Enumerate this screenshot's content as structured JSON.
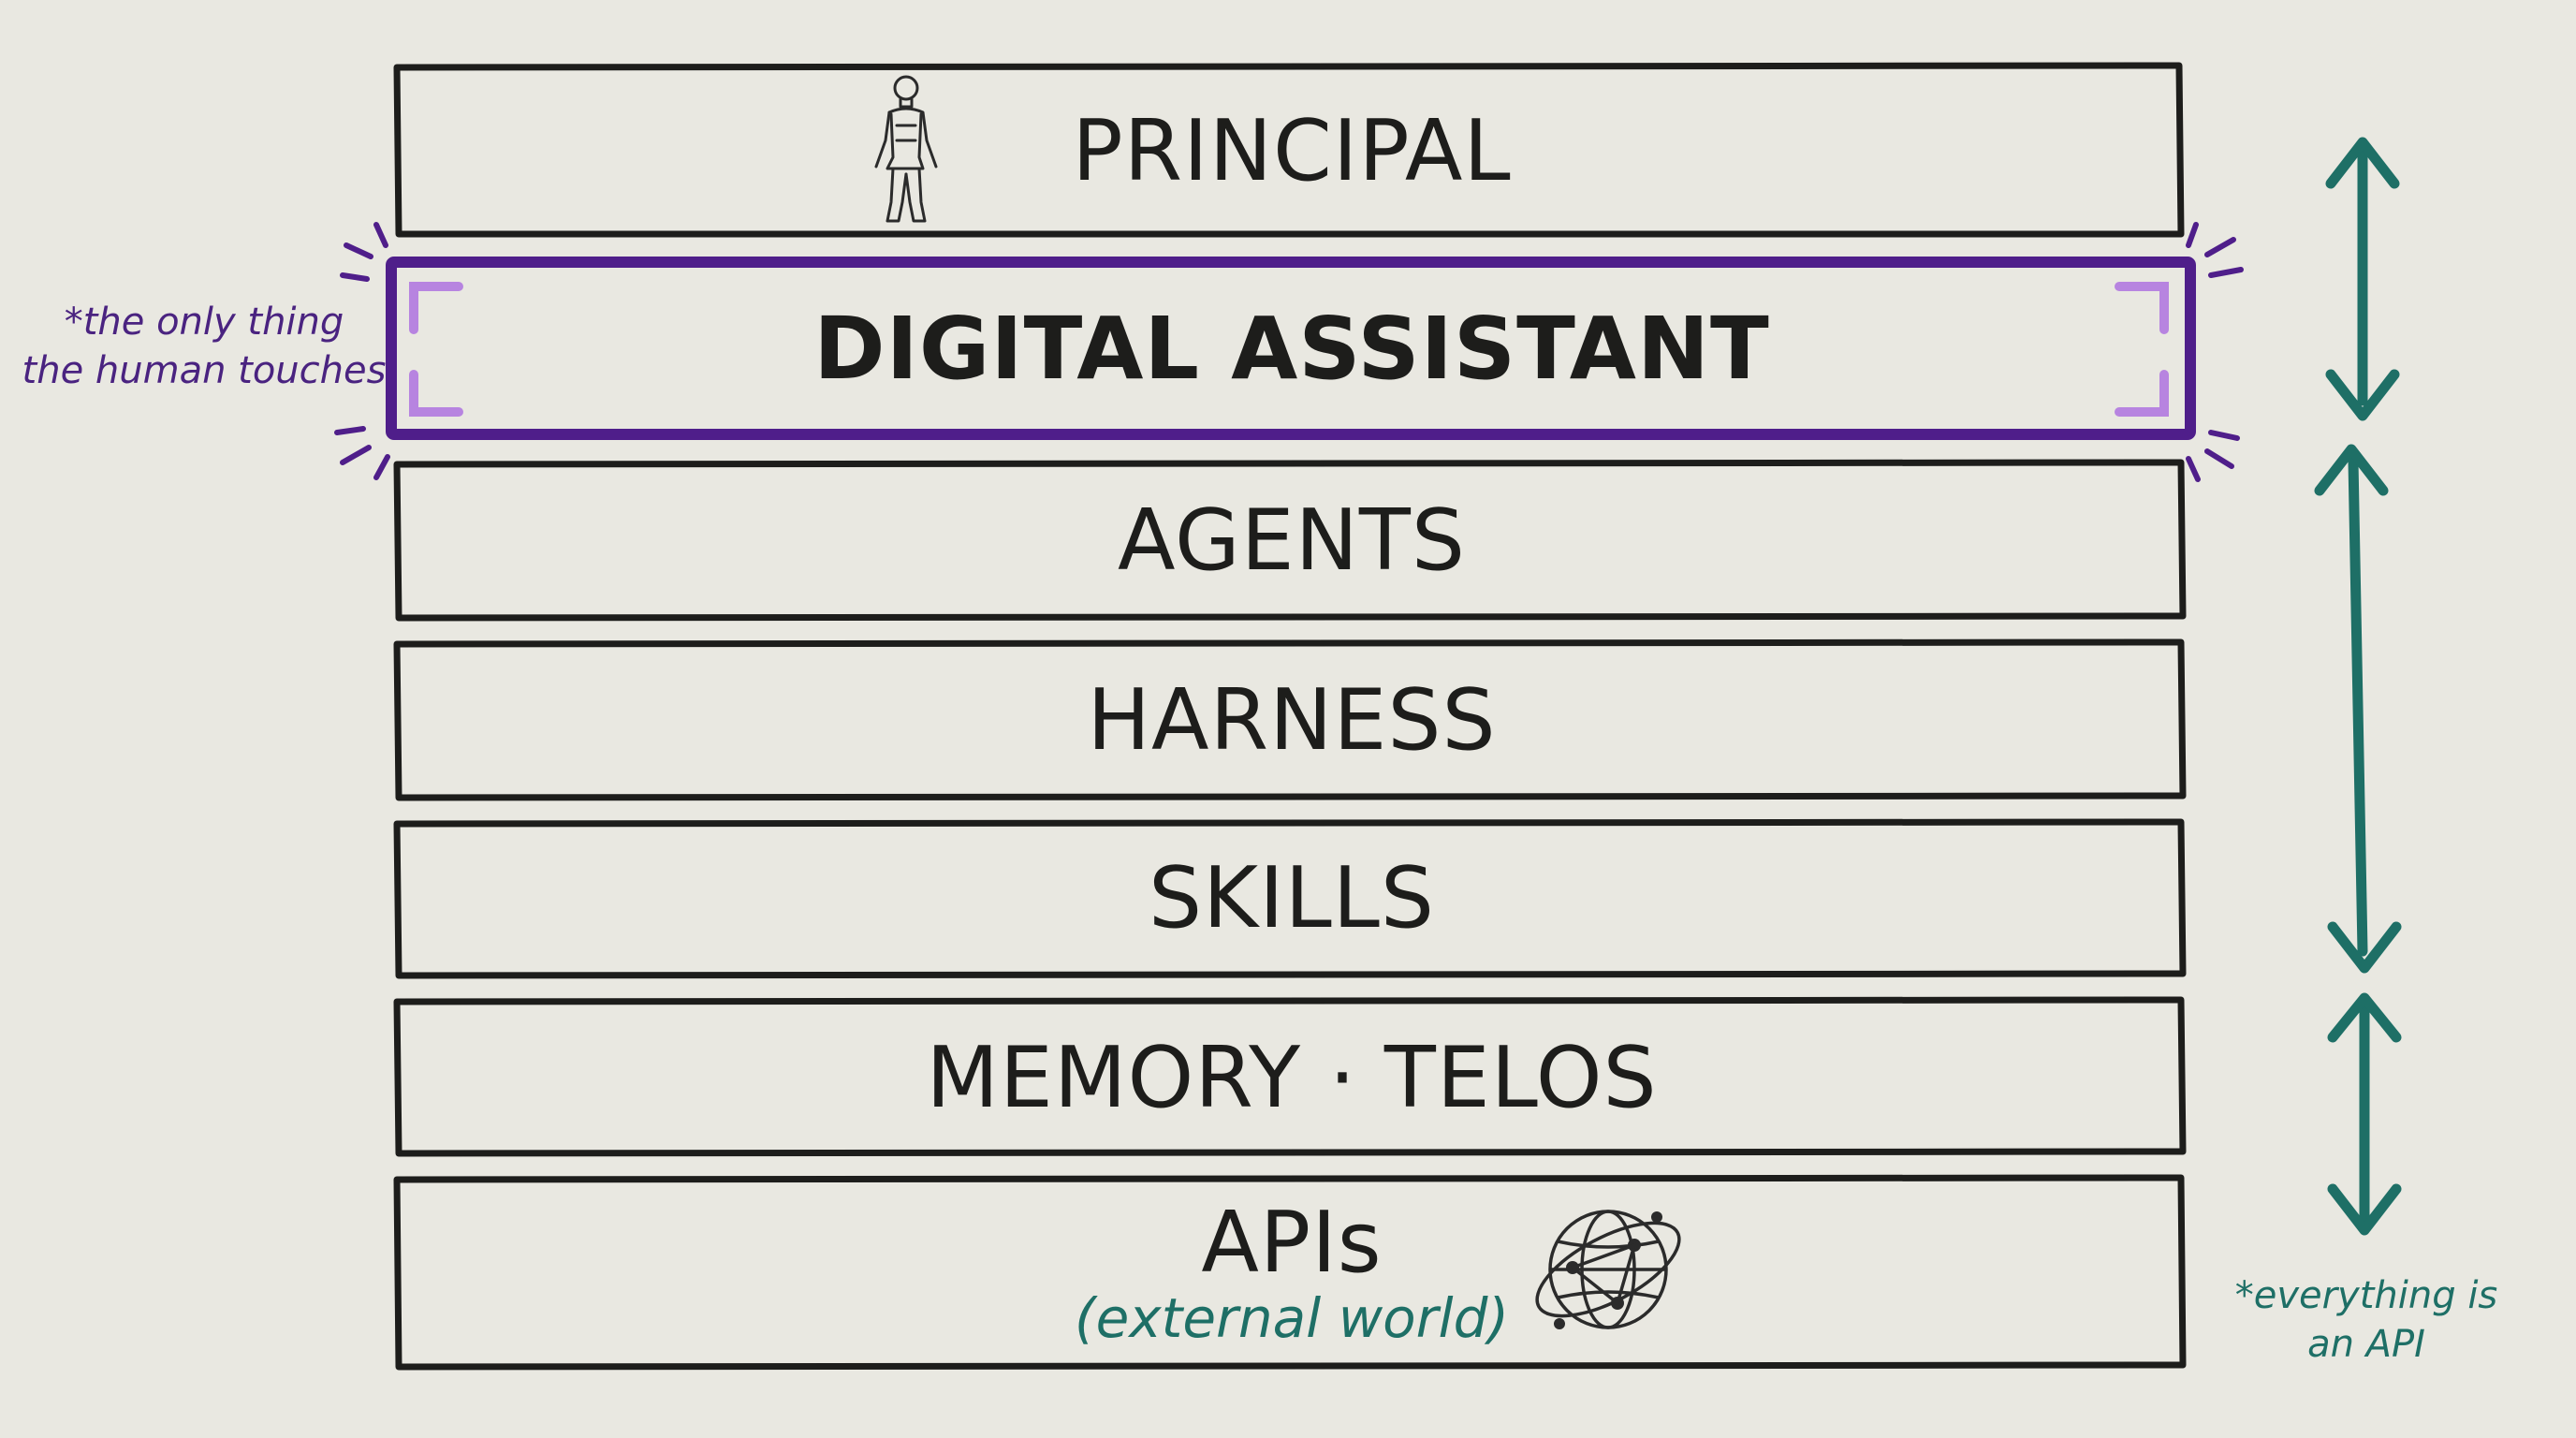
{
  "layers": [
    {
      "id": "principal",
      "label": "PRINCIPAL"
    },
    {
      "id": "digital-assistant",
      "label": "DIGITAL ASSISTANT"
    },
    {
      "id": "agents",
      "label": "AGENTS"
    },
    {
      "id": "harness",
      "label": "HARNESS"
    },
    {
      "id": "skills",
      "label": "SKILLS"
    },
    {
      "id": "memory-telos",
      "label": "MEMORY · TELOS"
    },
    {
      "id": "apis",
      "label": "APIs",
      "sublabel": "(external world)"
    }
  ],
  "notes": {
    "left": [
      "*the only thing",
      "the human touches"
    ],
    "right": [
      "*everything is",
      "an API"
    ]
  },
  "icons": {
    "principal": "human-figure-icon",
    "apis": "globe-network-icon"
  },
  "colors": {
    "background": "#e9e8e1",
    "ink": "#1d1d1b",
    "highlight": "#4f1e8a",
    "highlight_corners": "#b784e0",
    "arrows": "#1e6f66",
    "note_left": "#4a2380",
    "note_right": "#1e6f66"
  }
}
